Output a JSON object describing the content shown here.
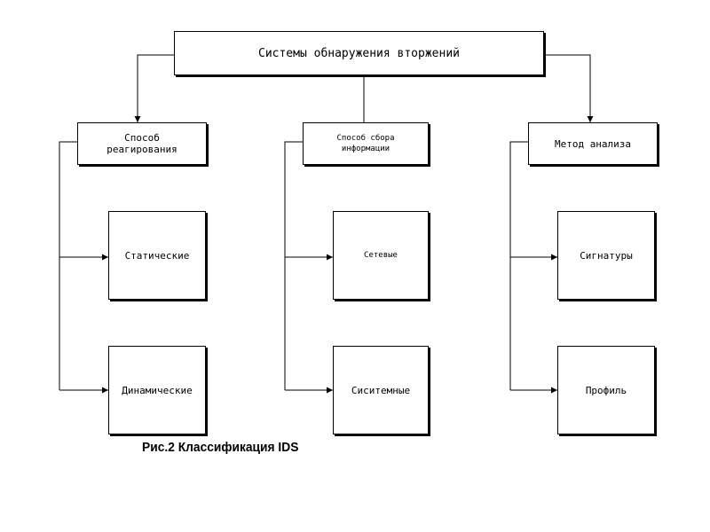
{
  "diagram": {
    "root": "Системы обнаружения вторжений",
    "categories": [
      {
        "label_lines": [
          "Способ",
          "реагирования"
        ],
        "leaves": [
          "Статические",
          "Динамические"
        ]
      },
      {
        "label_lines": [
          "Способ сбора",
          "информации"
        ],
        "leaves": [
          "Сетевые",
          "Сиситемные"
        ]
      },
      {
        "label_lines": [
          "Метод анализа"
        ],
        "leaves": [
          "Сигнатуры",
          "Профиль"
        ]
      }
    ]
  },
  "caption": "Рис.2  Классификация IDS"
}
